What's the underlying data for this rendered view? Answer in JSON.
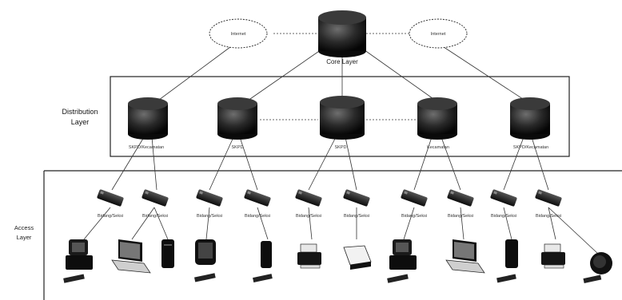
{
  "core": {
    "layer_label": "Core Layer",
    "internet_left": "Internet",
    "internet_right": "Internet"
  },
  "distribution": {
    "layer_label_line1": "Distribution",
    "layer_label_line2": "Layer",
    "nodes": [
      {
        "label": "SKPD/Kecamatan"
      },
      {
        "label": "SKPD"
      },
      {
        "label": "SKPD"
      },
      {
        "label": "Kecamatan"
      },
      {
        "label": "SKPD/Kecamatan"
      }
    ]
  },
  "access": {
    "layer_label_line1": "Access",
    "layer_label_line2": "Layer",
    "switches": [
      {
        "label": "Bidang/Seksi"
      },
      {
        "label": "Bidang/Seksi"
      },
      {
        "label": "Bidang/Seksi"
      },
      {
        "label": "Bidang/Seksi"
      },
      {
        "label": "Bidang/Seksi"
      },
      {
        "label": "Bidang/Seksi"
      },
      {
        "label": "Bidang/Seksi"
      },
      {
        "label": "Bidang/Seksi"
      },
      {
        "label": "Bidang/Seksi"
      },
      {
        "label": "Bidang/Seksi"
      }
    ]
  },
  "devices": [
    {
      "icon": "desktop-computer-icon"
    },
    {
      "icon": "laptop-icon"
    },
    {
      "icon": "tower-pc-icon"
    },
    {
      "icon": "desktop-computer-icon"
    },
    {
      "icon": "tower-pc-icon"
    },
    {
      "icon": "fax-printer-icon"
    },
    {
      "icon": "scanner-icon"
    },
    {
      "icon": "desktop-computer-icon"
    },
    {
      "icon": "laptop-icon"
    },
    {
      "icon": "tower-pc-icon"
    },
    {
      "icon": "fax-printer-icon"
    },
    {
      "icon": "desktop-computer-icon"
    }
  ]
}
